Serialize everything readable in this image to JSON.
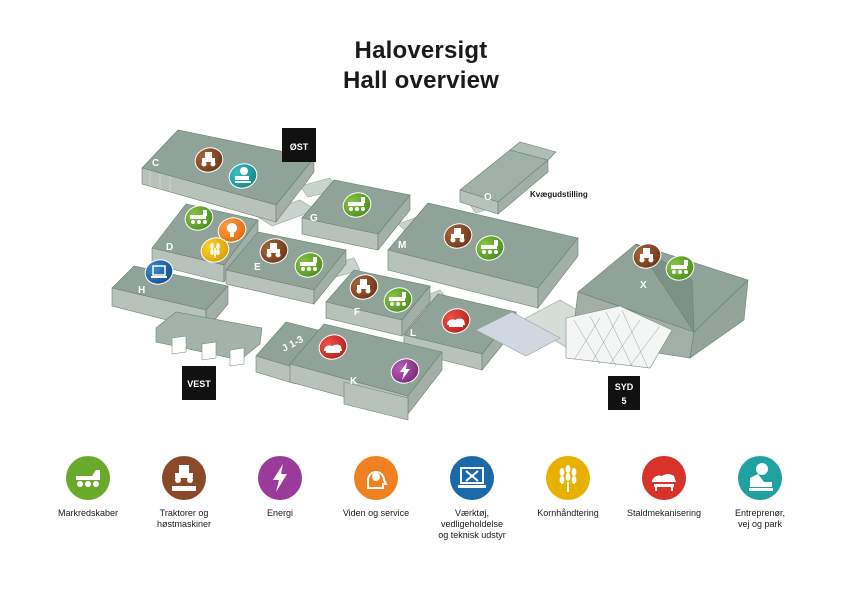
{
  "header": {
    "title_da": "Haloversigt",
    "title_en": "Hall overview"
  },
  "map": {
    "halls": {
      "C": "C",
      "G": "G",
      "D": "D",
      "E": "E",
      "H": "H",
      "F": "F",
      "M": "M",
      "L": "L",
      "K": "K",
      "J": "J 1-3",
      "O": "O",
      "X": "X"
    },
    "place_labels": {
      "cattle": "Kvægudstilling"
    },
    "gates": {
      "east": "ØST",
      "west": "VEST",
      "south_line1": "SYD",
      "south_line2": "5"
    }
  },
  "legend": [
    {
      "label": "Markredskaber",
      "color": "#6aaa2a",
      "icon": "seed-drill-icon"
    },
    {
      "label": "Traktorer og\nhøstmaskiner",
      "color": "#8a4a2a",
      "icon": "tractor-icon"
    },
    {
      "label": "Energi",
      "color": "#9a3a9a",
      "icon": "lightning-icon"
    },
    {
      "label": "Viden og service",
      "color": "#f08020",
      "icon": "lightbulb-head-icon"
    },
    {
      "label": "Værktøj,\nvedligeholdelse\nog teknisk udstyr",
      "color": "#1a6aaa",
      "icon": "tools-laptop-icon"
    },
    {
      "label": "Kornhåndtering",
      "color": "#e8b000",
      "icon": "grain-icon"
    },
    {
      "label": "Staldmekanisering",
      "color": "#d8322a",
      "icon": "livestock-icon"
    },
    {
      "label": "Entreprenør,\nvej og park",
      "color": "#20a0a0",
      "icon": "excavator-icon"
    }
  ]
}
